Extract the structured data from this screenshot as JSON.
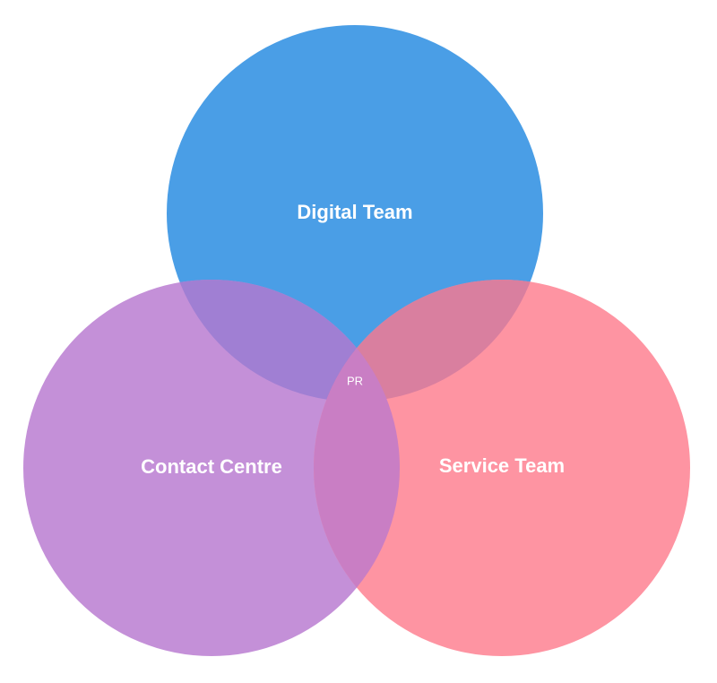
{
  "sets": {
    "digital": {
      "label": "Digital Team",
      "color": "#4a9ee6"
    },
    "contact": {
      "label": "Contact Centre",
      "color": "#c490d8"
    },
    "service": {
      "label": "Service Team",
      "color": "#fe94a2"
    }
  },
  "intersections": {
    "all_three": {
      "label": "PR"
    }
  },
  "overlap_colors": {
    "digital_contact": "#a07fd3",
    "digital_service": "#d97f9f",
    "contact_service": "#c97ec4",
    "all_three": "#c97ec4"
  }
}
